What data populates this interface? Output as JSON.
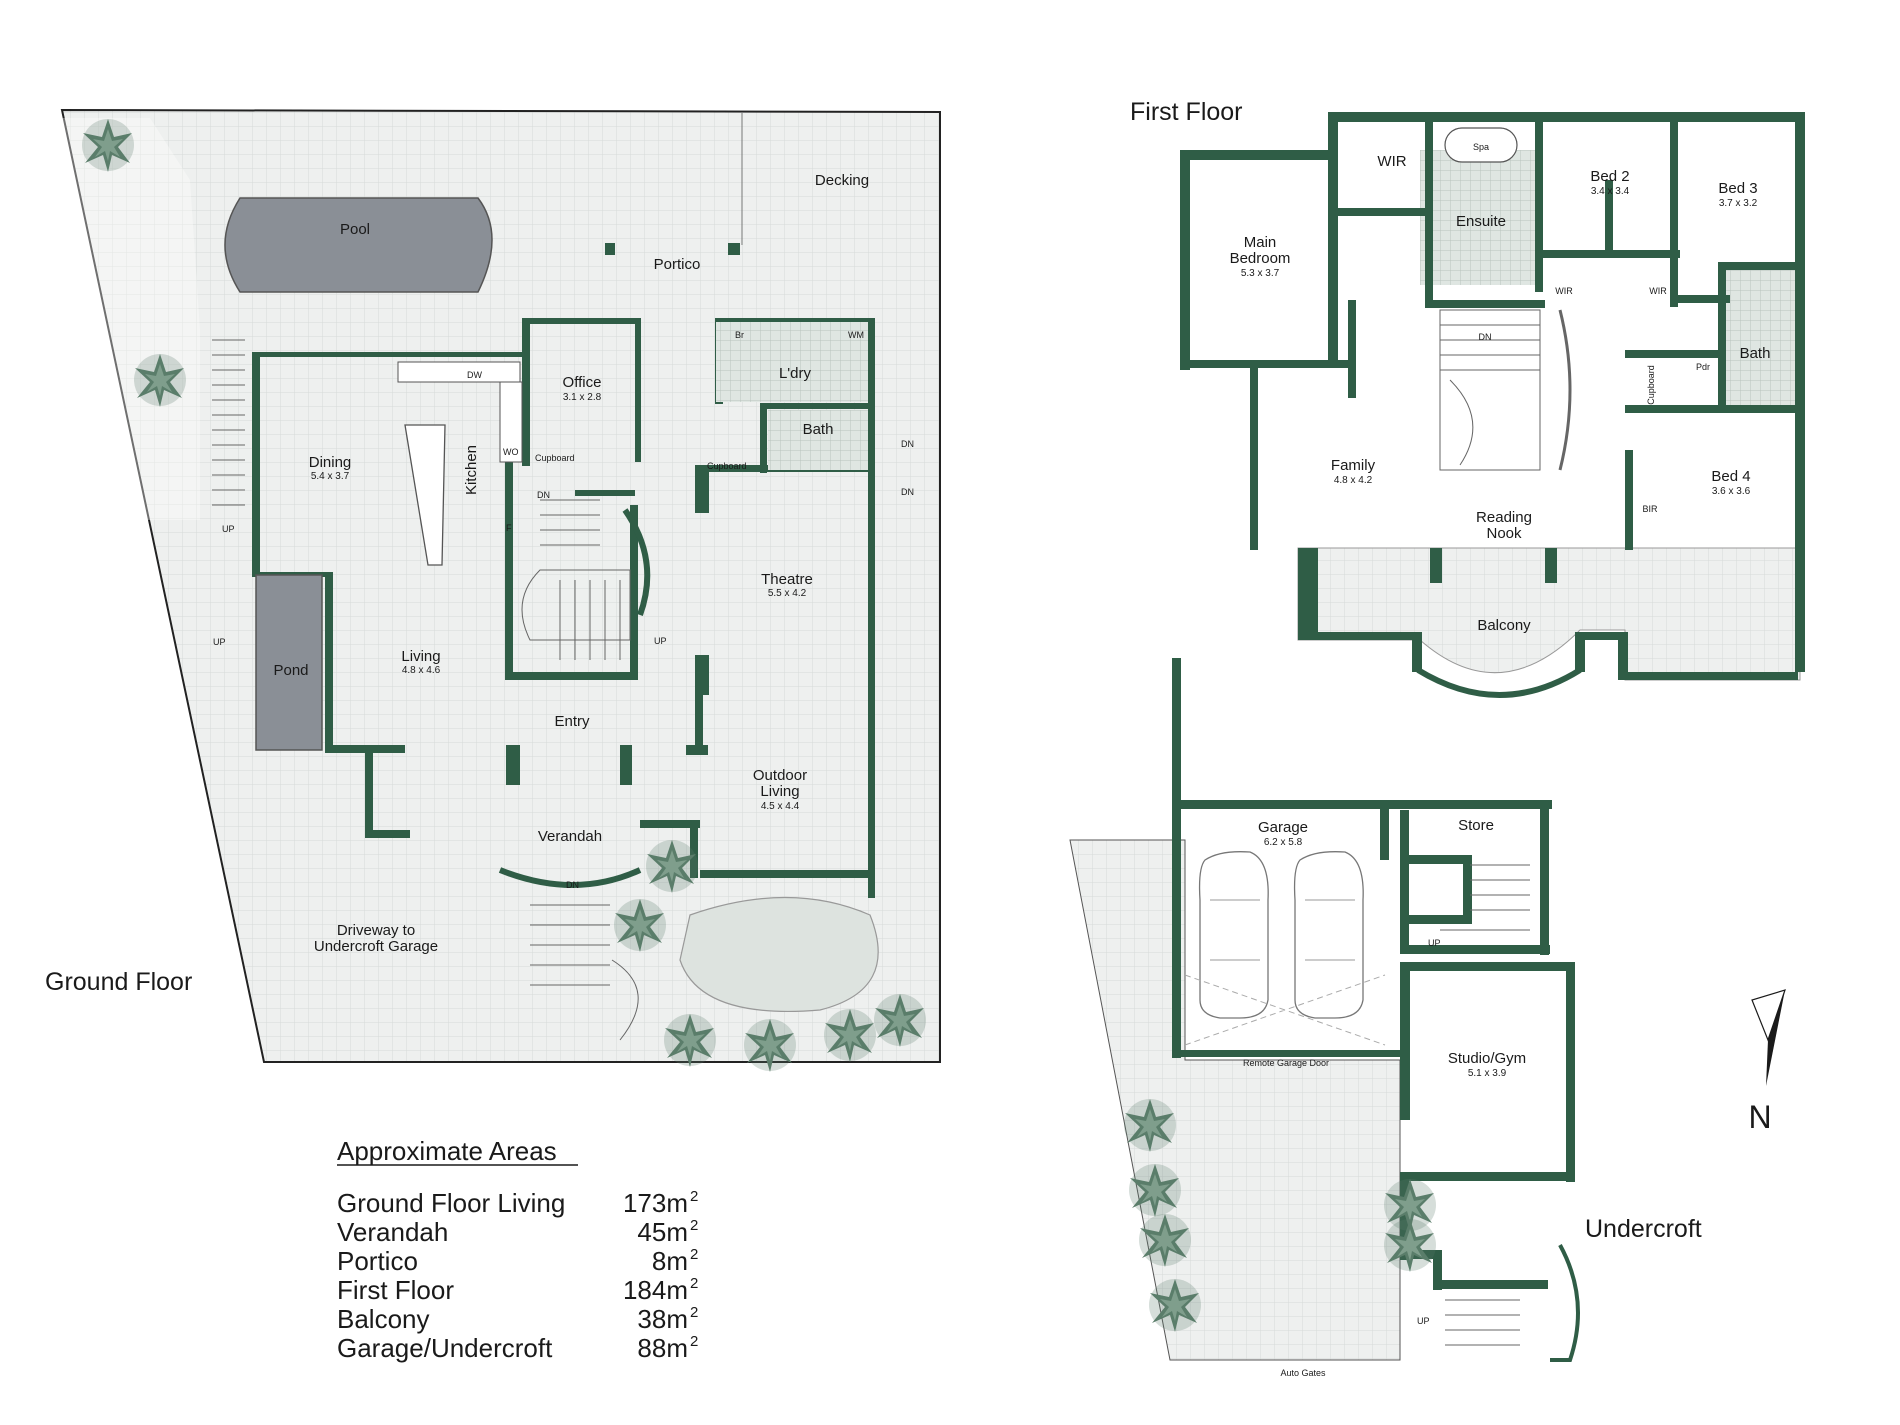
{
  "floor_titles": {
    "ground": "Ground Floor",
    "first": "First Floor",
    "undercroft": "Undercroft"
  },
  "ground_floor": {
    "rooms": [
      {
        "id": "pool",
        "name": "Pool",
        "dim": ""
      },
      {
        "id": "decking",
        "name": "Decking",
        "dim": ""
      },
      {
        "id": "portico",
        "name": "Portico",
        "dim": ""
      },
      {
        "id": "office",
        "name": "Office",
        "dim": "3.1 x 2.8"
      },
      {
        "id": "laundry",
        "name": "L'dry",
        "dim": ""
      },
      {
        "id": "bath",
        "name": "Bath",
        "dim": ""
      },
      {
        "id": "dining",
        "name": "Dining",
        "dim": "5.4 x 3.7"
      },
      {
        "id": "kitchen",
        "name": "Kitchen",
        "dim": ""
      },
      {
        "id": "theatre",
        "name": "Theatre",
        "dim": "5.5 x 4.2"
      },
      {
        "id": "living",
        "name": "Living",
        "dim": "4.8 x 4.6"
      },
      {
        "id": "pond",
        "name": "Pond",
        "dim": ""
      },
      {
        "id": "entry",
        "name": "Entry",
        "dim": ""
      },
      {
        "id": "outdoor",
        "name": "Outdoor Living",
        "dim": "4.5 x 4.4"
      },
      {
        "id": "verandah",
        "name": "Verandah",
        "dim": ""
      },
      {
        "id": "driveway",
        "name": "Driveway to Undercroft Garage",
        "dim": ""
      }
    ],
    "labels": {
      "br": "Br",
      "wm": "WM",
      "dw": "DW",
      "wo": "WO",
      "f": "F",
      "cupboard1": "Cupboard",
      "cupboard2": "Cupboard",
      "dn1": "DN",
      "dn2": "DN",
      "dn3": "DN",
      "dn4": "DN",
      "up1": "UP",
      "up2": "UP",
      "up3": "UP"
    }
  },
  "first_floor": {
    "rooms": [
      {
        "id": "wir1",
        "name": "WIR",
        "dim": ""
      },
      {
        "id": "spa",
        "name": "Spa",
        "dim": ""
      },
      {
        "id": "ensuite",
        "name": "Ensuite",
        "dim": ""
      },
      {
        "id": "bed2",
        "name": "Bed 2",
        "dim": "3.4 x 3.4"
      },
      {
        "id": "bed3",
        "name": "Bed 3",
        "dim": "3.7 x 3.2"
      },
      {
        "id": "main",
        "name": "Main Bedroom",
        "dim": "5.3 x 3.7"
      },
      {
        "id": "bath",
        "name": "Bath",
        "dim": ""
      },
      {
        "id": "pdr",
        "name": "Pdr",
        "dim": ""
      },
      {
        "id": "family",
        "name": "Family",
        "dim": "4.8 x 4.2"
      },
      {
        "id": "nook",
        "name": "Reading Nook",
        "dim": ""
      },
      {
        "id": "bed4",
        "name": "Bed 4",
        "dim": "3.6 x 3.6"
      },
      {
        "id": "balcony",
        "name": "Balcony",
        "dim": ""
      }
    ],
    "labels": {
      "wir2": "WIR",
      "wir3": "WIR",
      "bir": "BIR",
      "cupboard": "Cupboard",
      "dn": "DN"
    }
  },
  "undercroft": {
    "rooms": [
      {
        "id": "garage",
        "name": "Garage",
        "dim": "6.2 x 5.8"
      },
      {
        "id": "store",
        "name": "Store",
        "dim": ""
      },
      {
        "id": "studio",
        "name": "Studio/Gym",
        "dim": "5.1 x 3.9"
      }
    ],
    "labels": {
      "garage_door": "Remote Garage Door",
      "gates": "Auto Gates",
      "up1": "UP",
      "up2": "UP"
    }
  },
  "north": "N",
  "areas": {
    "title": "Approximate Areas",
    "unit": "m",
    "unit_sup": "2",
    "rows": [
      {
        "label": "Ground Floor Living",
        "value": "173"
      },
      {
        "label": "Verandah",
        "value": "45"
      },
      {
        "label": "Portico",
        "value": "8"
      },
      {
        "label": "First Floor",
        "value": "184"
      },
      {
        "label": "Balcony",
        "value": "38"
      },
      {
        "label": "Garage/Undercroft",
        "value": "88"
      }
    ]
  },
  "colors": {
    "wall": "#2f5d46",
    "paving": "#eef0ef",
    "tile": "#dfe6e2",
    "water": "#8a8f96",
    "grass": "#dde3df",
    "shrub": "#5a7d6a"
  }
}
